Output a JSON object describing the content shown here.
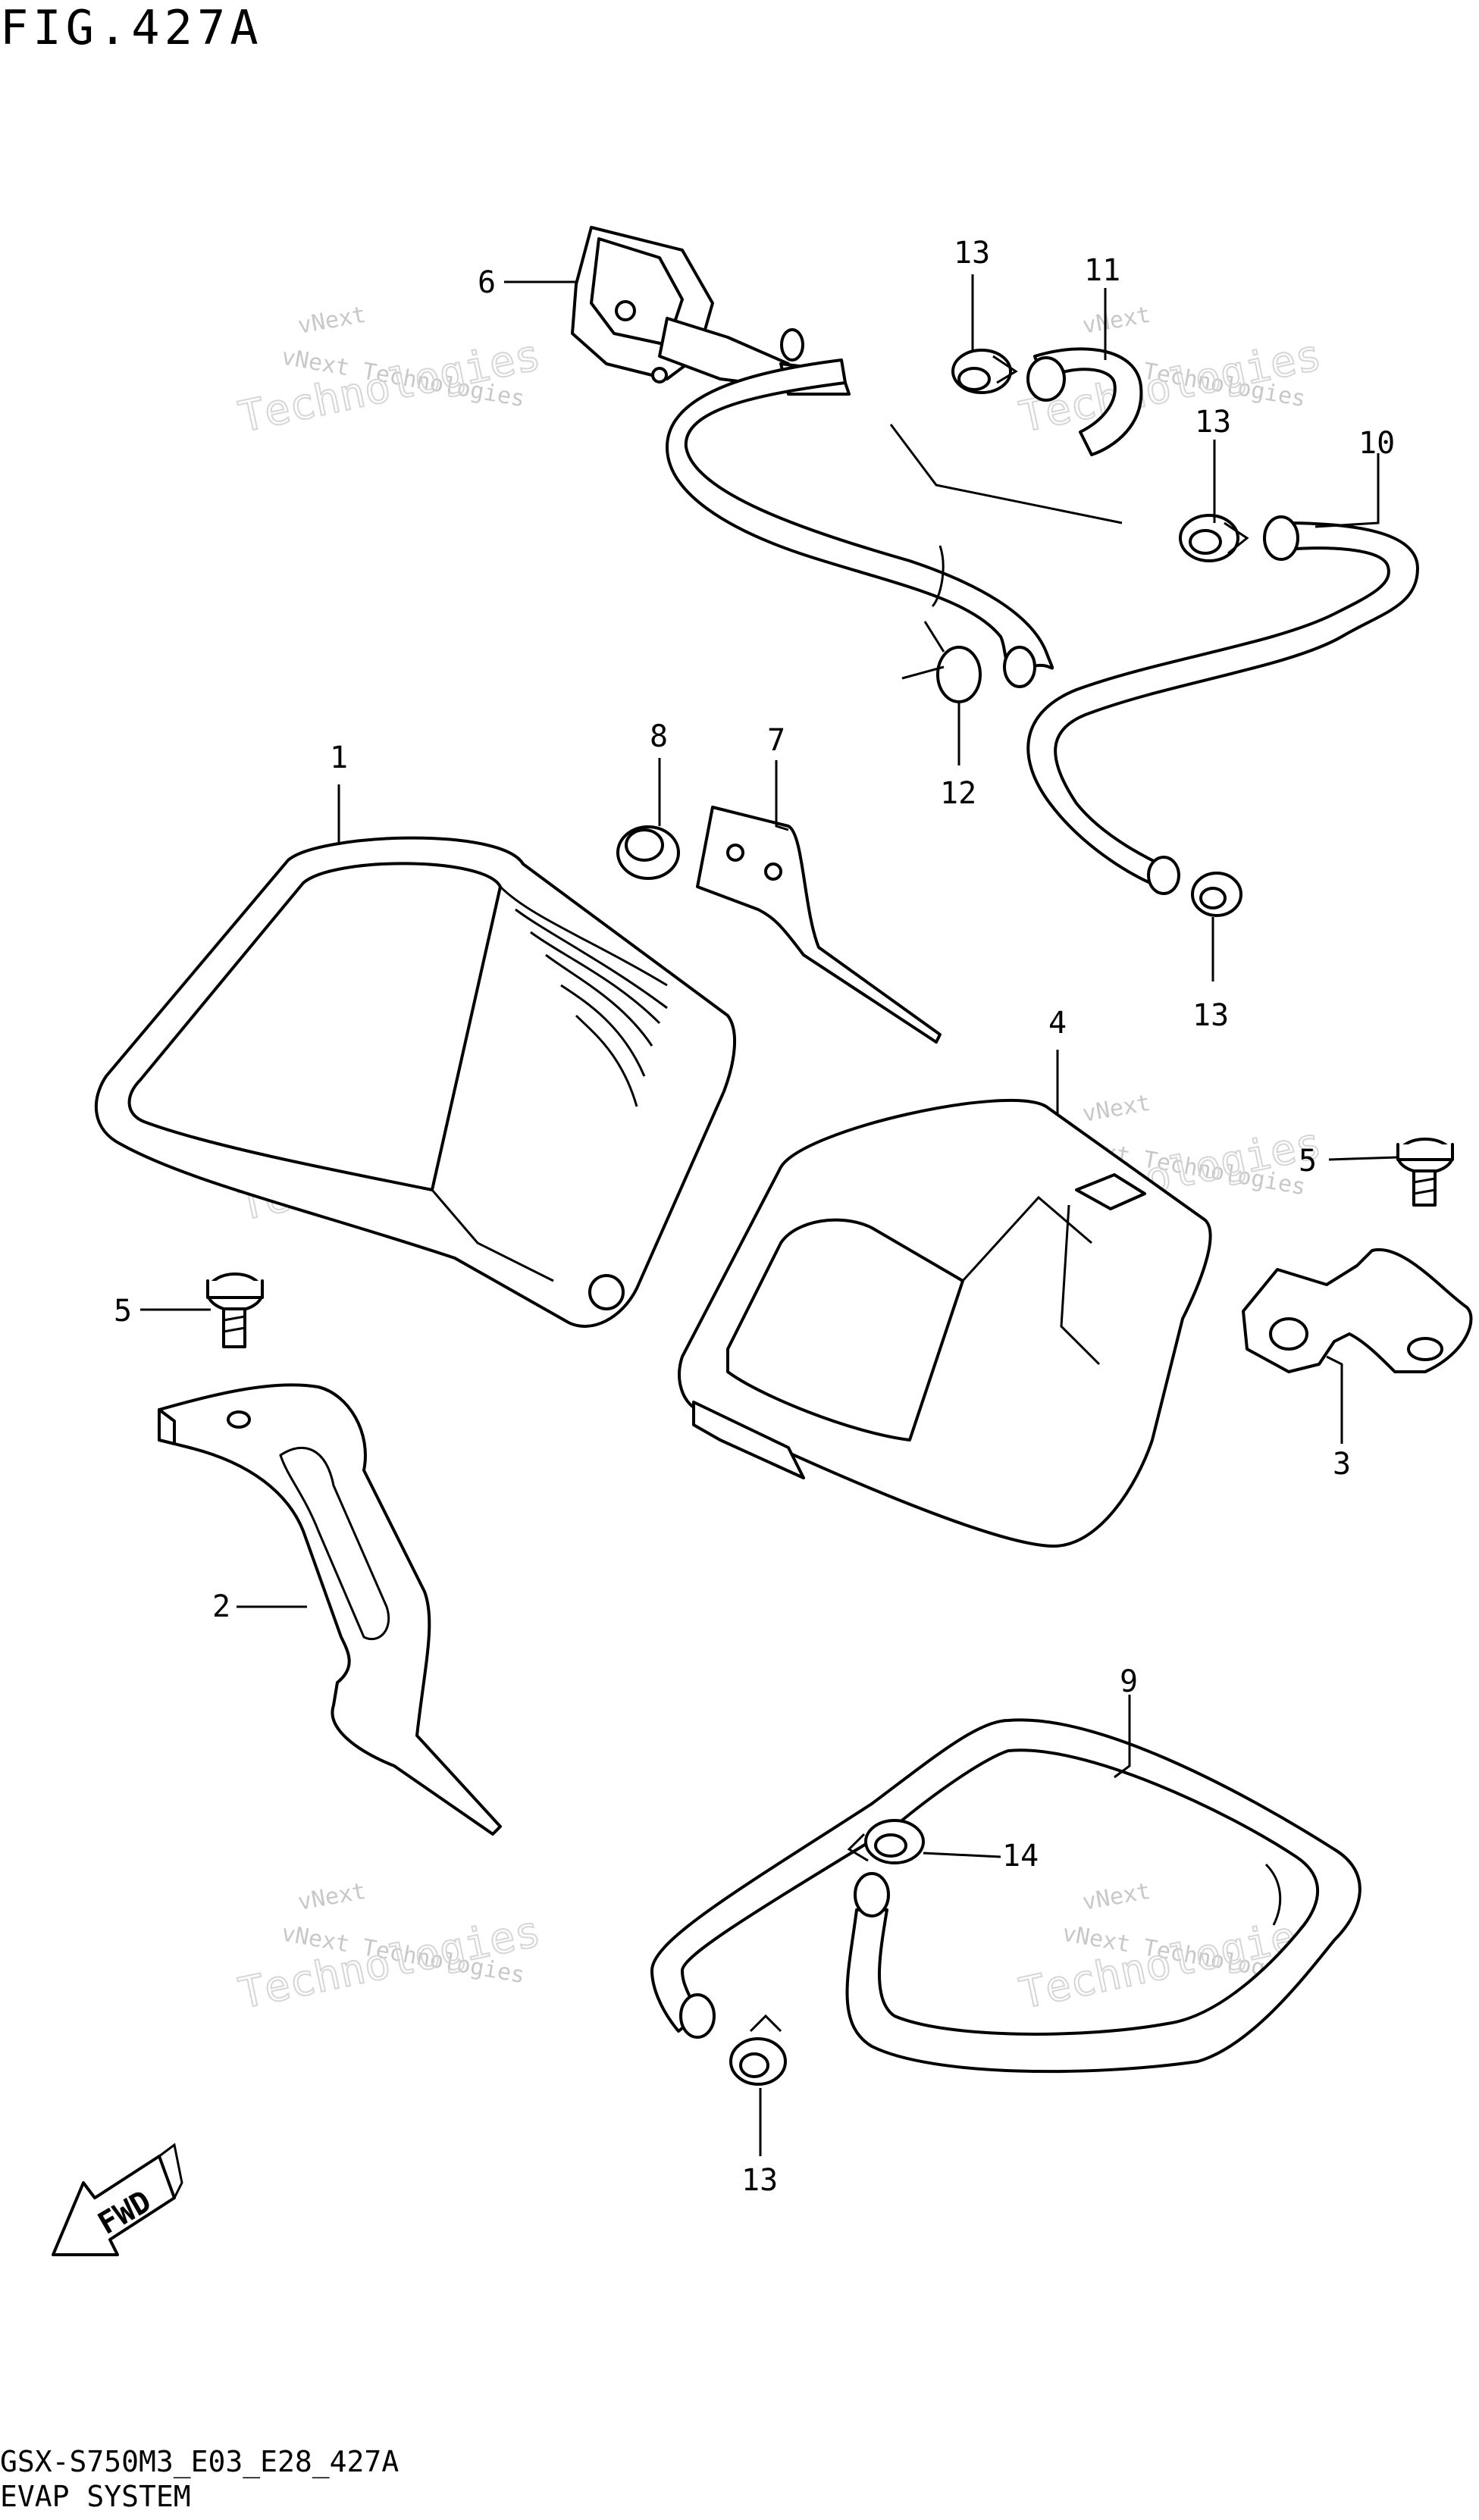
{
  "title": "FIG.427A",
  "footer": {
    "code": "GSX-S750M3_E03_E28_427A",
    "name": "EVAP SYSTEM"
  },
  "watermark": {
    "line1": "vNext",
    "line2": "vNext Technologies",
    "line3": "Technologies"
  },
  "direction_label": "FWD",
  "callouts": [
    {
      "id": "c6",
      "label": "6"
    },
    {
      "id": "c13a",
      "label": "13"
    },
    {
      "id": "c11",
      "label": "11"
    },
    {
      "id": "c13b",
      "label": "13"
    },
    {
      "id": "c10",
      "label": "10"
    },
    {
      "id": "c12",
      "label": "12"
    },
    {
      "id": "c1",
      "label": "1"
    },
    {
      "id": "c8",
      "label": "8"
    },
    {
      "id": "c7",
      "label": "7"
    },
    {
      "id": "c13c",
      "label": "13"
    },
    {
      "id": "c4",
      "label": "4"
    },
    {
      "id": "c5a",
      "label": "5"
    },
    {
      "id": "c5b",
      "label": "5"
    },
    {
      "id": "c3",
      "label": "3"
    },
    {
      "id": "c2",
      "label": "2"
    },
    {
      "id": "c9",
      "label": "9"
    },
    {
      "id": "c14",
      "label": "14"
    },
    {
      "id": "c13d",
      "label": "13"
    }
  ]
}
